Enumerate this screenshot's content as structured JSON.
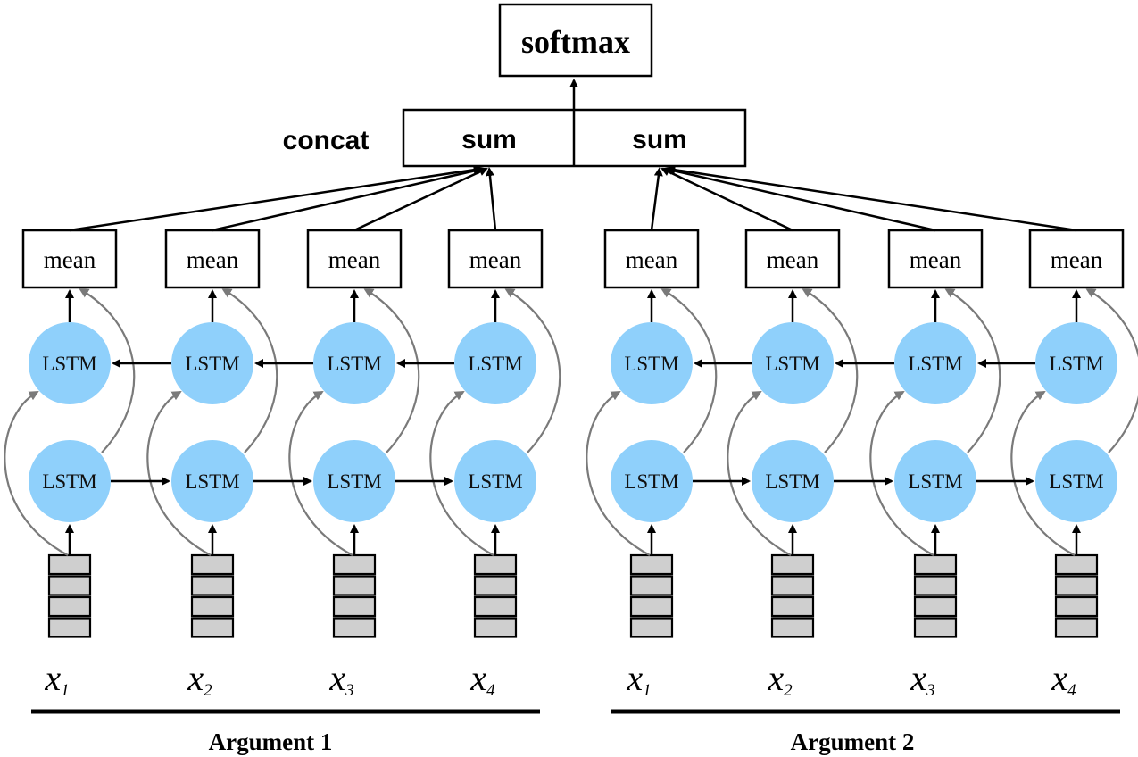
{
  "top": {
    "label": "softmax"
  },
  "concat": {
    "label": "concat",
    "left": "sum",
    "right": "sum"
  },
  "labels": {
    "mean": "mean",
    "lstm": "LSTM",
    "x_letter": "x"
  },
  "arguments": [
    {
      "name": "Argument 1",
      "subscripts": [
        "1",
        "2",
        "3",
        "4"
      ]
    },
    {
      "name": "Argument 2",
      "subscripts": [
        "1",
        "2",
        "3",
        "4"
      ]
    }
  ],
  "colors": {
    "lstm_fill": "#8fd0fb",
    "token_fill": "#cfcfcf",
    "skip_arrow": "#7a7a7a"
  }
}
